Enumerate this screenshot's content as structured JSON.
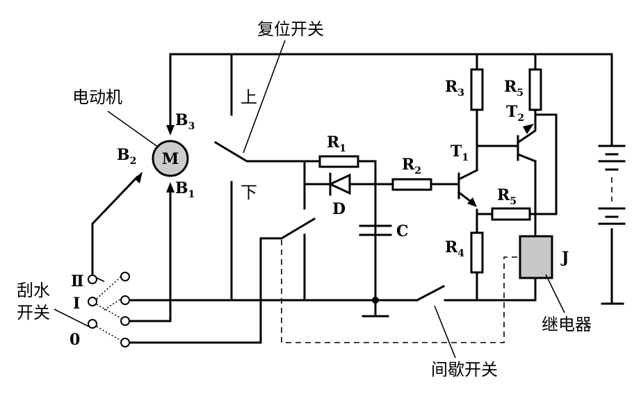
{
  "labels": {
    "reset_switch": "复位开关",
    "motor": "电动机",
    "wiper_switch_line1": "刮水",
    "wiper_switch_line2": "开关",
    "intermittent_switch": "间歇开关",
    "relay": "继电器",
    "up": "上",
    "down": "下"
  },
  "components": {
    "motor_symbol": "M",
    "b1": "B",
    "b1_sub": "1",
    "b2": "B",
    "b2_sub": "2",
    "b3": "B",
    "b3_sub": "3",
    "r1": "R",
    "r1_sub": "1",
    "r2": "R",
    "r2_sub": "2",
    "r3": "R",
    "r3_sub": "3",
    "r4": "R",
    "r4_sub": "4",
    "r5a": "R",
    "r5a_sub": "5",
    "r5b": "R",
    "r5b_sub": "5",
    "t1": "T",
    "t1_sub": "1",
    "t2": "T",
    "t2_sub": "2",
    "diode": "D",
    "capacitor": "C",
    "relay_coil": "J"
  },
  "switch_positions": {
    "pos2": "Ⅱ",
    "pos1": "Ⅰ",
    "pos0": "0"
  },
  "colors": {
    "line": "#000000",
    "motor_fill": "#cccccc",
    "relay_fill": "#c8c8c8",
    "background": "#ffffff"
  }
}
